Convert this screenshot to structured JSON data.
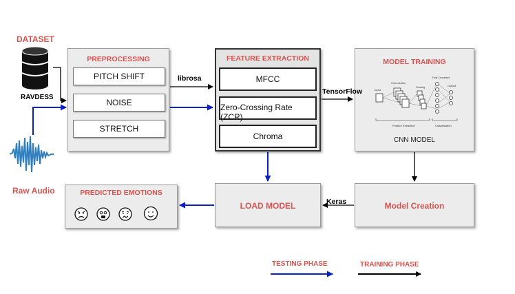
{
  "dataset": {
    "title": "DATASET",
    "name": "RAVDESS",
    "icon": "database-icon"
  },
  "raw_audio": {
    "label": "Raw Audio",
    "icon": "waveform-icon"
  },
  "preprocessing": {
    "title": "PREPROCESSING",
    "items": [
      "PITCH SHIFT",
      "NOISE",
      "STRETCH"
    ]
  },
  "edges": {
    "librosa": "librosa",
    "tensorflow": "TensorFlow",
    "keras": "Keras"
  },
  "feature_extraction": {
    "title": "FEATURE EXTRACTION",
    "items": [
      "MFCC",
      "Zero-Crossing Rate (ZCR)",
      "Chroma"
    ]
  },
  "model_training": {
    "title": "MODEL TRAINING",
    "caption": "CNN MODEL",
    "diagram_labels": {
      "input": "Input",
      "convolution": "Convolution",
      "pooling": "Pooling",
      "fully_connected": "Fully Connected",
      "output": "Output",
      "feature_extraction": "Feature Extraction",
      "classification": "Classification"
    }
  },
  "model_creation": {
    "label": "Model Creation"
  },
  "load_model": {
    "label": "LOAD MODEL"
  },
  "predicted_emotions": {
    "title": "PREDICTED EMOTIONS",
    "faces": [
      "angry-face-icon",
      "surprised-face-icon",
      "sad-face-icon",
      "happy-face-icon"
    ]
  },
  "legend": {
    "testing": "TESTING PHASE",
    "training": "TRAINING PHASE",
    "testing_color": "#0a1fc4",
    "training_color": "#000000"
  },
  "colors": {
    "title_red": "#d9534f",
    "arrow_blue": "#0a1fc4",
    "arrow_black": "#000000"
  }
}
